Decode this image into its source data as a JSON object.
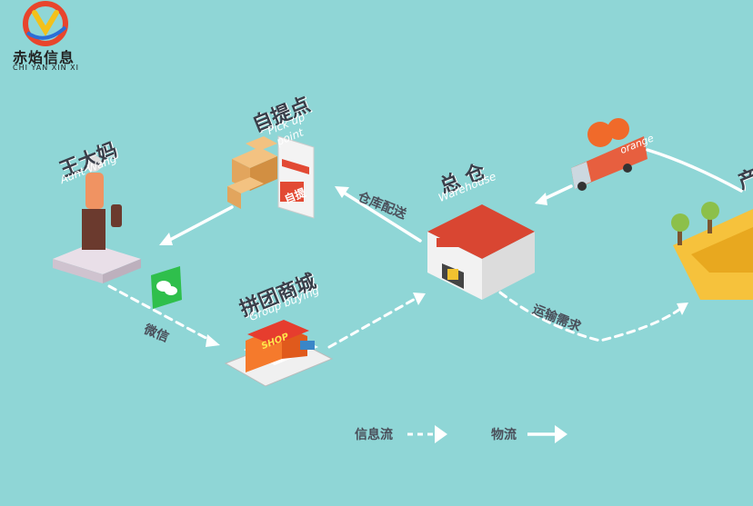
{
  "logo": {
    "name": "赤焰信息",
    "sub": "CHI YAN XIN XI"
  },
  "nodes": {
    "aunt": {
      "cn": "王大妈",
      "en": "Aunt Wang"
    },
    "pickup": {
      "cn": "自提点",
      "en1": "Pick up",
      "en2": "point",
      "sign": "自提"
    },
    "group": {
      "cn": "拼团商城",
      "en": "Group buying",
      "shop": "SHOP"
    },
    "warehouse": {
      "cn": "总 仓",
      "en": "Warehouse"
    },
    "truck": {
      "label": "orange"
    },
    "producer": {
      "cn": "产"
    }
  },
  "edges": {
    "wechat": "微信",
    "distribution": "仓库配送",
    "transport": "运输需求"
  },
  "legend": {
    "info_flow": "信息流",
    "logistics": "物流"
  },
  "colors": {
    "background": "#8fd6d6",
    "accent": "#e0553a",
    "arrow": "#ffffff"
  }
}
